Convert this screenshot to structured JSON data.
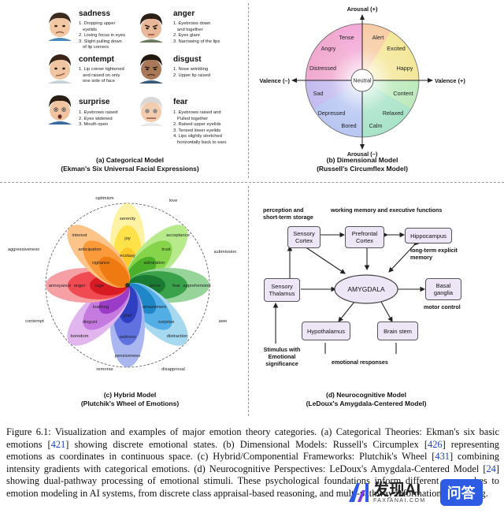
{
  "panel_a": {
    "emotions": [
      {
        "name": "sadness",
        "features": [
          "1. Dropping upper",
          "eyelids",
          "2. Losing focus in eyes",
          "3. Slight pulling down",
          "of lip corners"
        ]
      },
      {
        "name": "anger",
        "features": [
          "1. Eyebrows down",
          "and together",
          "2. Eyes glare",
          "3. Narrowing of the lips"
        ]
      },
      {
        "name": "contempt",
        "features": [
          "1. Lip corner tightened",
          "and raised on only",
          "one side of face"
        ]
      },
      {
        "name": "disgust",
        "features": [
          "1. Nose wrinkling",
          "2. Upper lip raised"
        ]
      },
      {
        "name": "surprise",
        "features": [
          "1. Eyebrows raised",
          "2. Eyes widened",
          "3. Mouth open"
        ]
      },
      {
        "name": "fear",
        "features": [
          "1. Eyebrows raised and",
          "Pulled together",
          "2. Raised upper eyelids",
          "3. Tensed lower eyelids",
          "4. Lips slightly stretched",
          "horizontally back to ears"
        ]
      }
    ],
    "caption_title": "(a) Categorical Model",
    "caption_sub": "(Ekman's Six Universal Facial Expressions)"
  },
  "panel_b": {
    "arousal_top": "Arousal (+)",
    "arousal_bottom": "Arousal (–)",
    "valence_left": "Valence (–)",
    "valence_right": "Valence (+)",
    "center": "Neutral",
    "labels": {
      "tense": "Tense",
      "alert": "Alert",
      "angry": "Angry",
      "excited": "Excited",
      "distressed": "Distressed",
      "happy": "Happy",
      "sad": "Sad",
      "content": "Content",
      "depressed": "Depressed",
      "relaxed": "Relaxed",
      "bored": "Bored",
      "calm": "Calm"
    },
    "caption_title": "(b) Dimensional Model",
    "caption_sub": "(Russell's Circumflex Model)"
  },
  "panel_c": {
    "outer": {
      "optimism": "optimism",
      "love": "love",
      "submission": "submission",
      "awe": "awe",
      "disapproval": "disapproval",
      "remorse": "remorse",
      "contempt": "contempt",
      "aggressiveness": "aggressiveness"
    },
    "petals": {
      "serenity": "serenity",
      "joy": "joy",
      "ecstasy": "ecstasy",
      "acceptance": "acceptance",
      "trust": "trust",
      "admiration": "admiration",
      "apprehension": "apprehension",
      "fear": "fear",
      "terror": "terror",
      "distraction": "distraction",
      "surprise": "surprise",
      "amazement": "amazement",
      "pensiveness": "pensiveness",
      "sadness": "sadness",
      "grief": "grief",
      "boredom": "boredom",
      "disgust": "disgust",
      "loathing": "loathing",
      "annoyance": "annoyance",
      "anger": "anger",
      "rage": "rage",
      "interest": "interest",
      "anticipation": "anticipation",
      "vigilance": "vigilance"
    },
    "caption_title": "(c) Hybrid Model",
    "caption_sub": "(Plutchik's Wheel of Emotions)"
  },
  "panel_d": {
    "boxes": {
      "sensory_cortex": "Sensory Cortex",
      "prefrontal": "Prefrontal Cortex",
      "hippocampus": "Hippocampus",
      "thalamus": "Sensory Thalamus",
      "amygdala": "AMYGDALA",
      "basal": "Basal ganglia",
      "hypothalamus": "Hypothalamus",
      "brainstem": "Brain stem"
    },
    "labels": {
      "perception": "perception and short-term storage",
      "working": "working memory and executive functions",
      "longterm": "long-term explicit memory",
      "motor": "motor control",
      "stimulus": "Stimulus with Emotional significance",
      "responses": "emotional responses"
    },
    "caption_title": "(d) Neurocognitive Model",
    "caption_sub": "(LeDoux's Amygdala-Centered Model)"
  },
  "caption": {
    "figure_label": "Figure 6.1:",
    "t1": "Visualization and examples of major emotion theory categories. (a) Categorical Theories: Ekman's six basic emotions [",
    "c1": "421",
    "t2": "] showing discrete emotional states. (b) Dimensional Models: Russell's Circumplex [",
    "c2": "426",
    "t3": "] representing emotions as coordinates in continuous space. (c) Hybrid/Componential Frameworks: Plutchik's Wheel [",
    "c3": "431",
    "t4": "] combining intensity gradients with categorical emotions. (d) Neurocognitive Perspectives: LeDoux's Amygdala-Centered Model [",
    "c4": "24",
    "t5": "] showing dual-pathway processing of emotional stimuli. These psychological foundations inform different approaches to emotion modeling in AI systems, from discrete class appraisal-based reasoning, and multi-pathway information processing."
  },
  "watermark": {
    "brand": "发现AI",
    "url": "FAXIANAI.COM",
    "badge": "问答"
  },
  "colors": {
    "box_fill": "#ece6f7",
    "cite": "#1a46b8",
    "watermark_blue": "#2d5be3"
  }
}
